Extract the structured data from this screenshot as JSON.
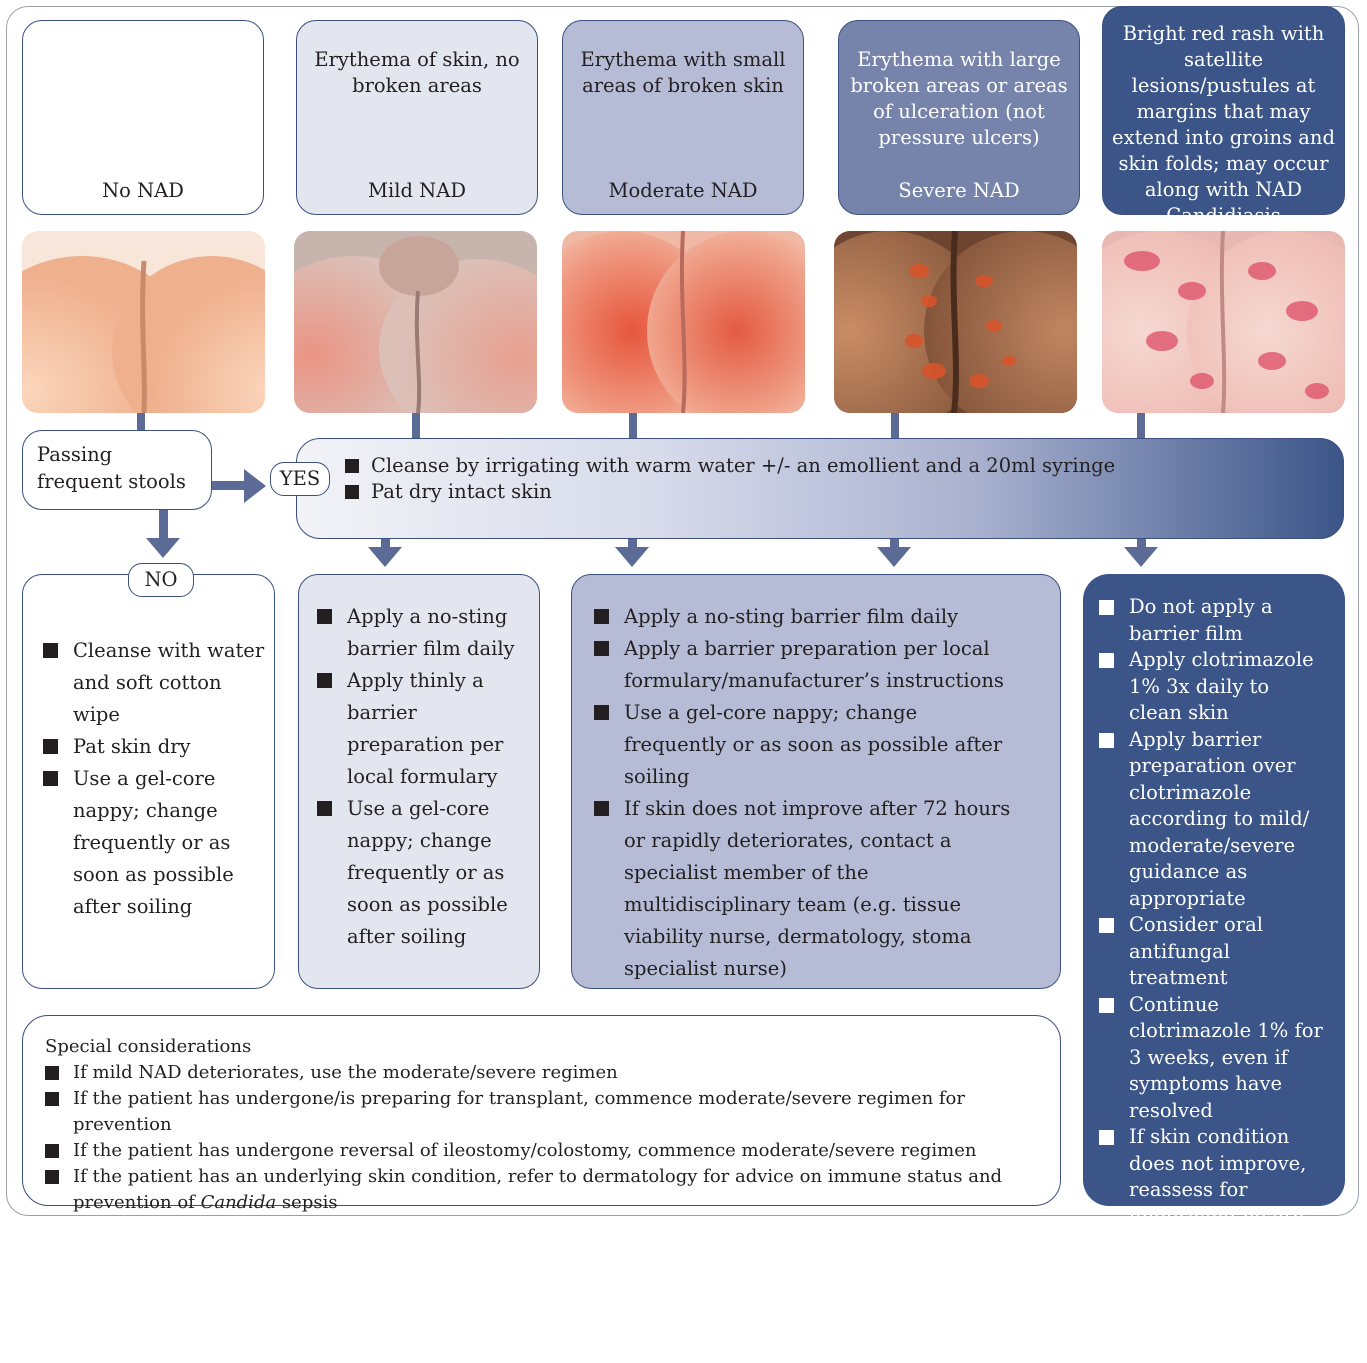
{
  "colors": {
    "border": "#3b5080",
    "arrow": "#5b6b95",
    "mild": "#e3e6ee",
    "moderate": "#b6bcd6",
    "severe": "#7684ab",
    "candidiasis": "#3b5588"
  },
  "columns": [
    {
      "description": "",
      "label": "No NAD"
    },
    {
      "description": "Erythema of skin, no broken areas",
      "label": "Mild NAD"
    },
    {
      "description": "Erythema with small areas of broken skin",
      "label": "Moderate NAD"
    },
    {
      "description": "Erythema with large broken areas or areas of ulceration (not pressure ulcers)",
      "label": "Severe NAD"
    },
    {
      "description": "Bright red rash with satellite lesions/pustules at margins that may extend into groins and skin folds; may occur along with NAD",
      "label": "Candidiasis"
    }
  ],
  "decision": {
    "question": "Passing frequent stools",
    "yes": "YES",
    "no": "NO"
  },
  "yes_actions": [
    "Cleanse by irrigating with warm water +/- an emollient and a 20ml syringe",
    "Pat dry intact skin"
  ],
  "no_nad_actions": [
    "Cleanse with water and soft cotton wipe",
    "Pat skin dry",
    "Use a gel-core nappy; change frequently or as soon as possible after soiling"
  ],
  "mild_actions": [
    "Apply a no-sting barrier film daily",
    "Apply thinly a barrier preparation per local formulary",
    "Use a gel-core nappy; change frequently or as soon as possible after soiling"
  ],
  "moderate_severe_actions": [
    "Apply a no-sting barrier film daily",
    "Apply a barrier preparation per local formulary/manufacturer’s instructions",
    "Use a gel-core nappy; change frequently or as soon as possible after soiling",
    "If skin does not improve after 72 hours or rapidly deteriorates, contact a specialist member of the multidisciplinary team (e.g. tissue viability nurse, dermatology, stoma specialist nurse)"
  ],
  "candidiasis_actions": [
    "Do not apply a barrier film",
    "Apply clotrimazole 1% 3x daily to clean skin",
    "Apply barrier preparation over clotrimazole according to mild/ moderate/severe guidance as appropriate",
    "Consider oral antifungal treatment",
    "Continue clotrimazole 1% for 3 weeks, even if symptoms have resolved",
    "If skin condition does not improve, reassess for underlying health problems with an appropriate member of the multidisciplinary team"
  ],
  "special": {
    "title": "Special considerations",
    "items": [
      "If mild NAD deteriorates, use the moderate/severe regimen",
      "If the patient has undergone/is preparing for transplant, commence moderate/severe regimen for prevention",
      "If the patient has undergone reversal of ileostomy/colostomy, commence moderate/severe regimen",
      "If the patient has an underlying skin condition, refer to dermatology for advice on immune status and"
    ],
    "last_line_prefix": "prevention of ",
    "last_line_italic": "Candida",
    "last_line_suffix": " sepsis"
  },
  "photos": [
    {
      "name": "no-nad-photo",
      "base": "#f6c7a8",
      "shade": "#c98a6a",
      "patch": "#f6c7a8"
    },
    {
      "name": "mild-nad-photo",
      "base": "#e9c7b9",
      "shade": "#9a7a74",
      "patch": "#e88474"
    },
    {
      "name": "moderate-nad-photo",
      "base": "#f0bba6",
      "shade": "#b86a5e",
      "patch": "#e6563c"
    },
    {
      "name": "severe-nad-photo",
      "base": "#a47050",
      "shade": "#4a2c1c",
      "patch": "#d8542a"
    },
    {
      "name": "candidiasis-photo",
      "base": "#f5cfc8",
      "shade": "#c08a86",
      "patch": "#dd4d66"
    }
  ]
}
